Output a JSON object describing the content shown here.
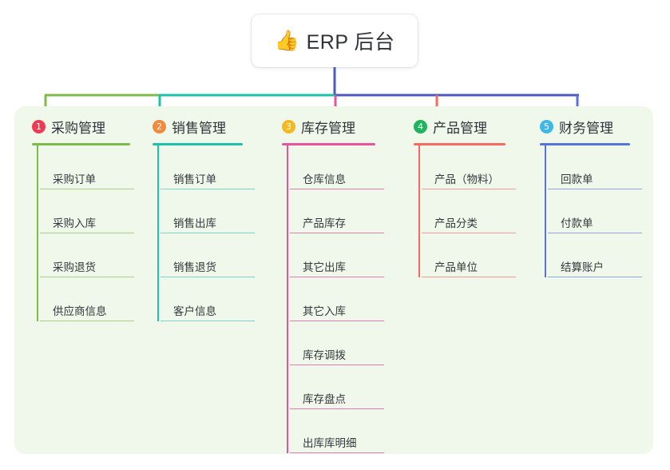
{
  "root": {
    "icon": "thumbs-up-icon",
    "icon_glyph": "👍",
    "title": "ERP 后台"
  },
  "theme": {
    "page_background": "#ffffff",
    "panel_background": "#eff8ea",
    "card_background": "#ffffff",
    "title_color": "#2f3338",
    "item_text_color": "#35393e",
    "root_connector_color": "#4b59c0"
  },
  "columns": [
    {
      "number": "1",
      "title": "采购管理",
      "badge_color": "#ef3b52",
      "line_color": "#7fbb4c",
      "item_line_color": "#a8cf86",
      "bus_color": "#7fbb4c",
      "items": [
        {
          "label": "采购订单"
        },
        {
          "label": "采购入库"
        },
        {
          "label": "采购退货"
        },
        {
          "label": "供应商信息"
        }
      ]
    },
    {
      "number": "2",
      "title": "销售管理",
      "badge_color": "#f08a3c",
      "line_color": "#1cc3aa",
      "item_line_color": "#7fd5c8",
      "bus_color": "#1cc3aa",
      "items": [
        {
          "label": "销售订单"
        },
        {
          "label": "销售出库"
        },
        {
          "label": "销售退货"
        },
        {
          "label": "客户信息"
        }
      ]
    },
    {
      "number": "3",
      "title": "库存管理",
      "badge_color": "#f5b820",
      "line_color": "#e8539b",
      "item_line_color": "#e87ab0",
      "bus_color": "#e8539b",
      "items": [
        {
          "label": "仓库信息"
        },
        {
          "label": "产品库存"
        },
        {
          "label": "其它出库"
        },
        {
          "label": "其它入库"
        },
        {
          "label": "库存调拨"
        },
        {
          "label": "库存盘点"
        },
        {
          "label": "出库库明细"
        }
      ]
    },
    {
      "number": "4",
      "title": "产品管理",
      "badge_color": "#21b35e",
      "line_color": "#f76a62",
      "item_line_color": "#f79b95",
      "bus_color": "#f76a62",
      "items": [
        {
          "label": "产品（物料）"
        },
        {
          "label": "产品分类"
        },
        {
          "label": "产品单位"
        }
      ]
    },
    {
      "number": "5",
      "title": "财务管理",
      "badge_color": "#3fb8e8",
      "line_color": "#5774d8",
      "item_line_color": "#90a8e6",
      "bus_color": "#5774d8",
      "items": [
        {
          "label": "回款单"
        },
        {
          "label": "付款单"
        },
        {
          "label": "结算账户"
        }
      ]
    }
  ]
}
